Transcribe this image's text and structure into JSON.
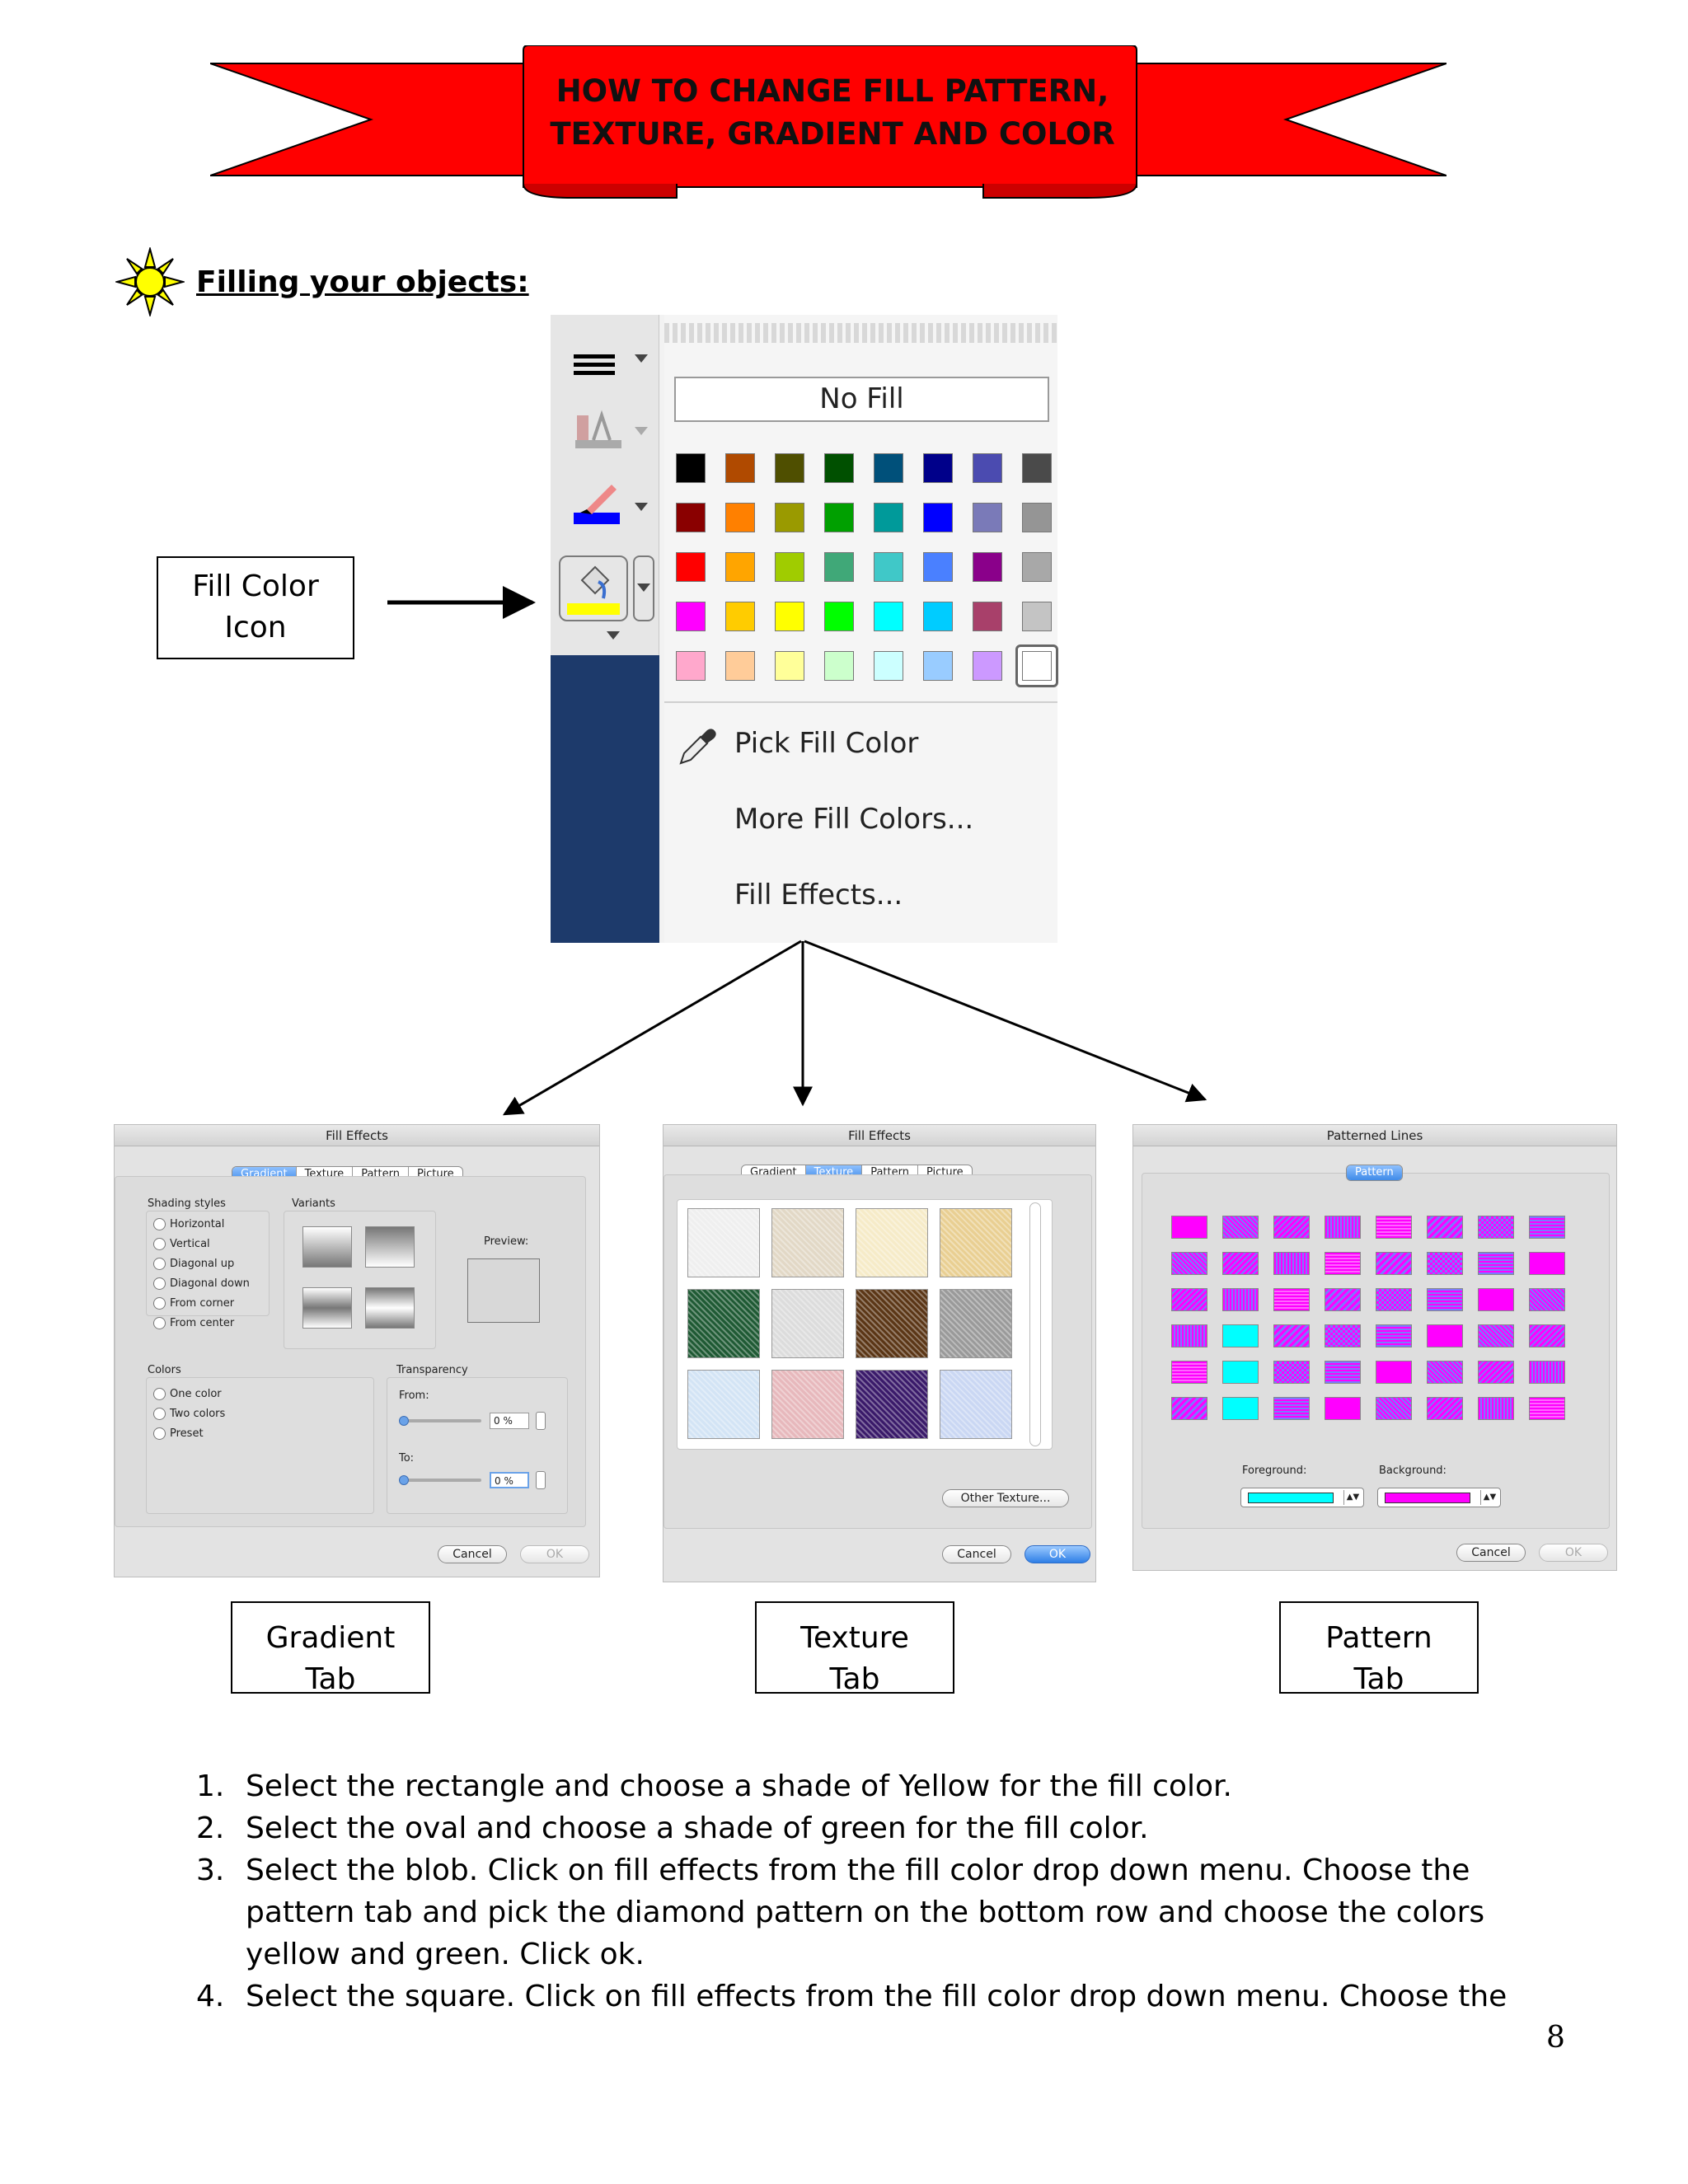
{
  "banner": {
    "line1": "HOW TO CHANGE FILL PATTERN,",
    "line2": "TEXTURE, GRADIENT AND COLOR",
    "color": "#ff0000"
  },
  "section_heading": "Filling your objects:",
  "fill_menu": {
    "no_fill": "No Fill",
    "palette_rows": [
      [
        "#000000",
        "#b04a00",
        "#4f4f00",
        "#005000",
        "#00507a",
        "#00008a",
        "#4b4bb0",
        "#4a4a4a"
      ],
      [
        "#8a0000",
        "#ff8000",
        "#9a9a00",
        "#00a000",
        "#009a9a",
        "#0000ff",
        "#7a7ab8",
        "#959595"
      ],
      [
        "#ff0000",
        "#ffa500",
        "#a0cc00",
        "#40a878",
        "#40c8c8",
        "#4a80ff",
        "#8a008a",
        "#a8a8a8"
      ],
      [
        "#ff00ff",
        "#ffcc00",
        "#ffff00",
        "#00ff00",
        "#00ffff",
        "#00ccff",
        "#a8406a",
        "#c4c4c4"
      ],
      [
        "#ffa8cc",
        "#ffcc99",
        "#ffff99",
        "#ccffcc",
        "#ccffff",
        "#99ccff",
        "#cc99ff",
        "#ffffff"
      ]
    ],
    "pick_fill_color": "Pick Fill Color",
    "more_fill_colors": "More Fill Colors...",
    "fill_effects": "Fill Effects..."
  },
  "callouts": {
    "fill_color_icon_line1": "Fill Color",
    "fill_color_icon_line2": "Icon",
    "gradient_tab_line1": "Gradient",
    "gradient_tab_line2": "Tab",
    "texture_tab_line1": "Texture",
    "texture_tab_line2": "Tab",
    "pattern_tab_line1": "Pattern",
    "pattern_tab_line2": "Tab"
  },
  "gradient_dialog": {
    "title": "Fill Effects",
    "tabs": [
      "Gradient",
      "Texture",
      "Pattern",
      "Picture"
    ],
    "active_tab": "Gradient",
    "shading_styles_label": "Shading styles",
    "shading_styles": [
      "Horizontal",
      "Vertical",
      "Diagonal up",
      "Diagonal down",
      "From corner",
      "From center"
    ],
    "variants_label": "Variants",
    "preview_label": "Preview:",
    "colors_label": "Colors",
    "color_options": [
      "One color",
      "Two colors",
      "Preset"
    ],
    "transparency_label": "Transparency",
    "from_label": "From:",
    "to_label": "To:",
    "from_value": "0 %",
    "to_value": "0 %",
    "cancel": "Cancel",
    "ok": "OK"
  },
  "texture_dialog": {
    "title": "Fill Effects",
    "tabs": [
      "Gradient",
      "Texture",
      "Pattern",
      "Picture"
    ],
    "active_tab": "Texture",
    "textures": [
      "#efefef",
      "#e2d8c6",
      "#f6ebc8",
      "#e9cf92",
      "#1f5a34",
      "#dcdcdc",
      "#5b3616",
      "#9a9a9a",
      "#d3e4f5",
      "#e7b8bc",
      "#3a1a6a",
      "#cad7f3"
    ],
    "other_texture": "Other Texture...",
    "cancel": "Cancel",
    "ok": "OK"
  },
  "pattern_dialog": {
    "title": "Patterned Lines",
    "tab": "Pattern",
    "foreground_label": "Foreground:",
    "background_label": "Background:",
    "foreground_color": "#00ffff",
    "background_color": "#ff00ff",
    "cancel": "Cancel",
    "ok": "OK"
  },
  "instructions": [
    {
      "num": "1.",
      "text": "Select the rectangle and choose a shade of Yellow for the fill color."
    },
    {
      "num": "2.",
      "text": "Select the oval and choose a shade of green for the fill color."
    },
    {
      "num": "3.",
      "text": "Select the blob. Click on fill effects from the fill color drop down menu. Choose the pattern tab and pick the diamond pattern on the bottom row and choose the colors yellow and green. Click ok."
    },
    {
      "num": "4.",
      "text": "Select the square. Click on fill effects from the fill color drop down menu. Choose the"
    }
  ],
  "page_number": "8"
}
